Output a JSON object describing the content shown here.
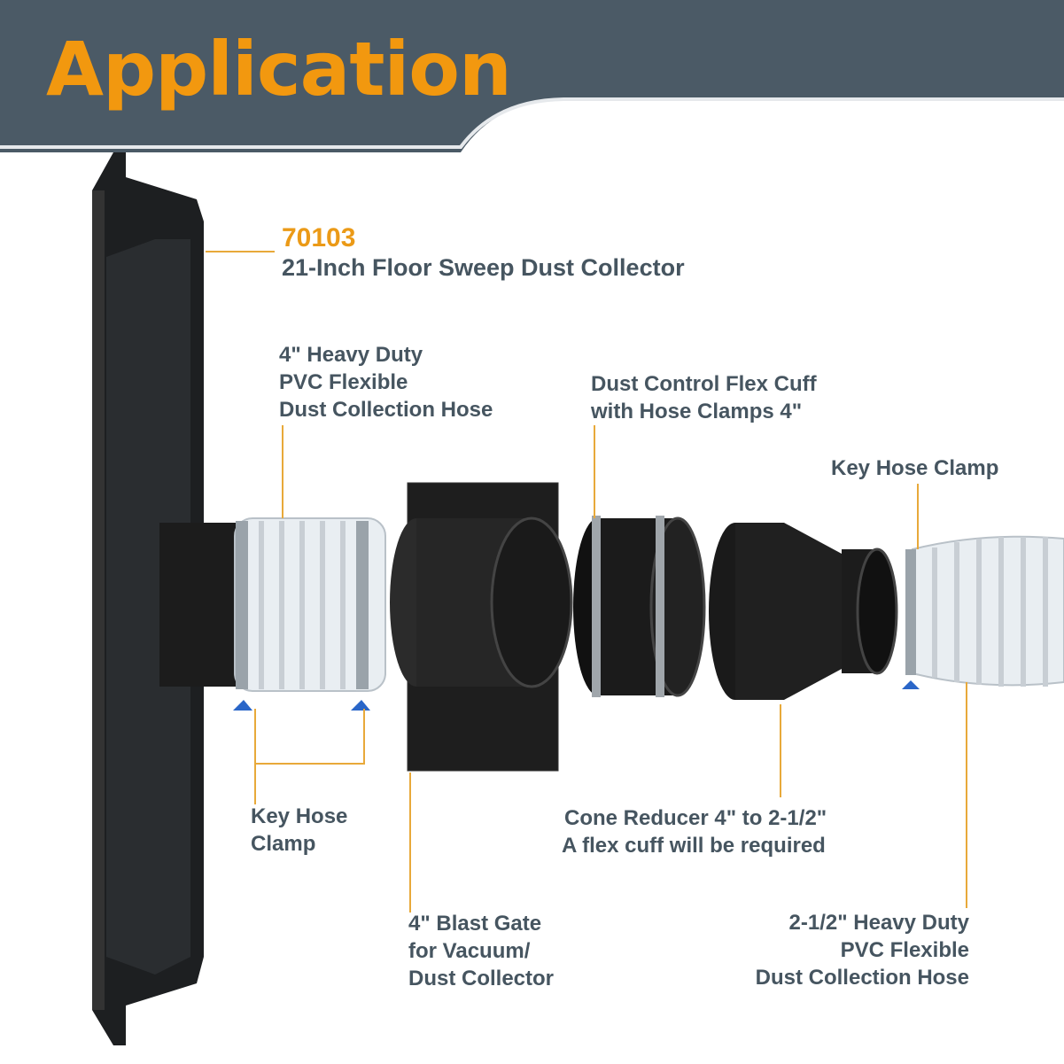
{
  "header": {
    "title": "Application",
    "colors": {
      "banner": "#4b5a66",
      "title": "#f2980f",
      "label_text": "#465560",
      "leader_line": "#e8a93a"
    }
  },
  "product": {
    "code": "70103",
    "name": "21-Inch Floor Sweep Dust Collector"
  },
  "callouts": {
    "hose_4in": [
      "4\" Heavy Duty",
      "PVC Flexible",
      "Dust Collection Hose"
    ],
    "flex_cuff": [
      "Dust Control Flex Cuff",
      "with Hose Clamps 4\""
    ],
    "key_clamp_right": [
      "Key Hose Clamp"
    ],
    "key_clamp_left": [
      "Key Hose",
      "Clamp"
    ],
    "cone_reducer": [
      "Cone Reducer 4\" to 2-1/2\"",
      "A flex cuff will be required"
    ],
    "blast_gate": [
      "4\" Blast Gate",
      "for Vacuum/",
      "Dust Collector"
    ],
    "hose_2half": [
      "2-1/2\" Heavy Duty",
      "PVC Flexible",
      "Dust Collection Hose"
    ]
  }
}
